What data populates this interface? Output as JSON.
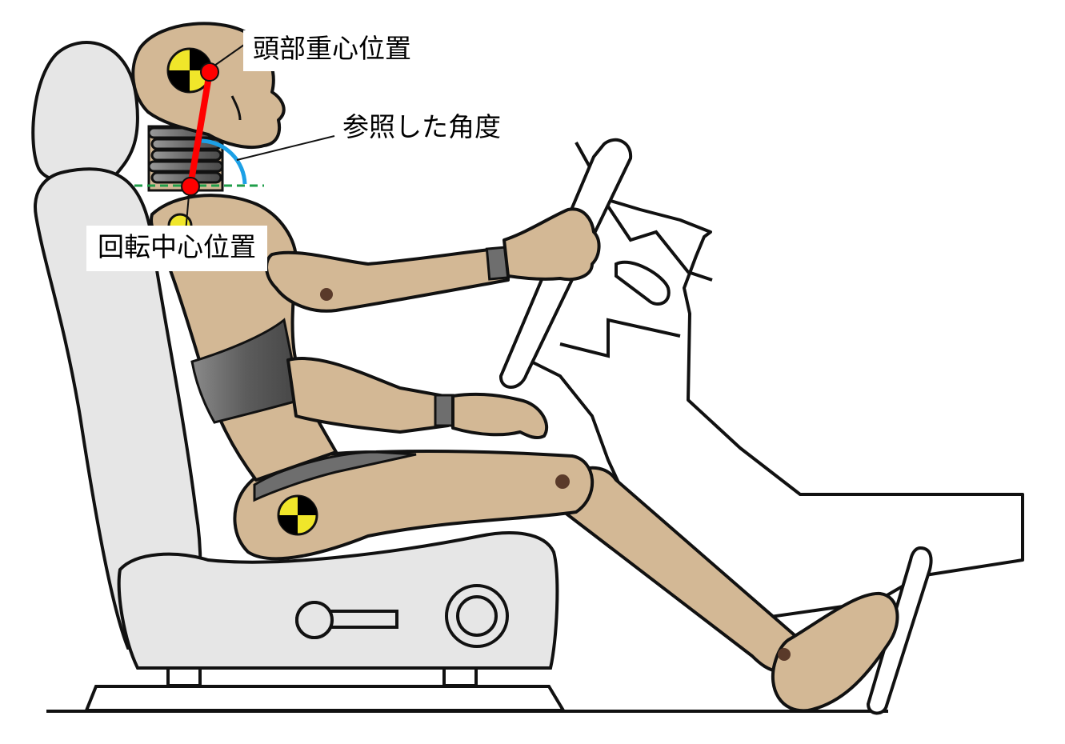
{
  "labels": {
    "head_cog": "頭部重心位置",
    "reference_angle": "参照した角度",
    "rotation_center": "回転中心位置"
  },
  "colors": {
    "skin": "#d3b895",
    "seat": "#e6e6e6",
    "seat_outline": "#1a1a1a",
    "neck_segment": "#7f7f7f",
    "torso_band": "#6e6e6e",
    "neck_link": "#ff0000",
    "angle_arc": "#1ca0e6",
    "reference_line": "#1f9e4a",
    "marker_yellow": "#f0e62a",
    "marker_black": "#000000",
    "joint": "#5a3a2a"
  }
}
